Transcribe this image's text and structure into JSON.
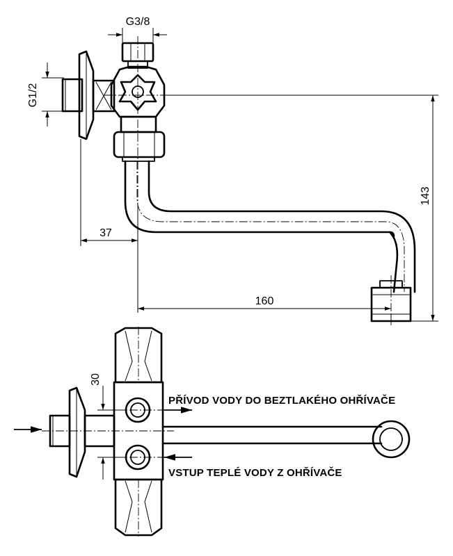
{
  "drawing": {
    "title": "Wall tap with swing spout - technical drawing",
    "dimensions": {
      "inlet_thread": "G1/2",
      "outlet_thread": "G3/8",
      "projection": "37",
      "spout_reach": "160",
      "height": "143",
      "port_spacing": "30"
    },
    "labels": {
      "supply_to_heater": "PŘÍVOD VODY DO BEZTLAKÉHO OHŘÍVAČE",
      "hot_water_inlet": "VSTUP TEPLÉ VODY Z OHŘÍVAČE"
    }
  }
}
